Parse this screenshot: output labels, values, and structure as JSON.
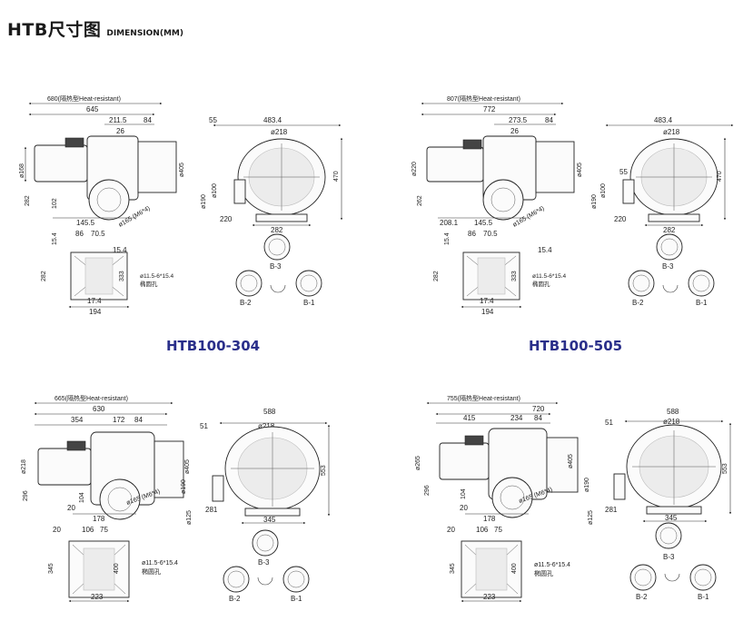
{
  "header": {
    "title": "HTB尺寸图",
    "subtitle": "DIMENSION(MM)"
  },
  "blocks": [
    {
      "model": "HTB100-304",
      "overall_heat": "680(隔热型Heat-resistant)",
      "d_total": "645",
      "d_a": "211.5",
      "d_b": "84",
      "d_c": "26",
      "d_left_top": "55",
      "d_width": "483.4",
      "d_outlet": "ø218",
      "d_h1": "ø168",
      "d_h2": "282",
      "d_h3": "ø405",
      "d_h4": "ø100",
      "d_h5": "ø190",
      "d_height": "470",
      "d_base_left": "102",
      "d_base_a": "",
      "d_base_b": "145.5",
      "d_flange": "ø165 (M6*4)",
      "d_foot_left": "220",
      "d_foot_w": "282",
      "p_top": "15.4",
      "p_a": "86",
      "p_b": "70.5",
      "p_side": "15.4",
      "p_h": "282",
      "p_h2": "333",
      "p_foot": "17.4",
      "p_w": "194",
      "hole": "ø11.5-6*15.4",
      "hole_cn": "椭圆孔",
      "b1": "B-1",
      "b2": "B-2",
      "b3": "B-3"
    },
    {
      "model": "HTB100-505",
      "overall_heat": "807(隔热型Heat-resistant)",
      "d_total": "772",
      "d_a": "273.5",
      "d_b": "84",
      "d_c": "26",
      "d_left_top": "55",
      "d_width": "483.4",
      "d_outlet": "ø218",
      "d_h1": "ø220",
      "d_h2": "262",
      "d_h3": "ø405",
      "d_h4": "ø100",
      "d_h5": "ø190",
      "d_height": "470",
      "d_base_left": "",
      "d_base_a": "208.1",
      "d_base_b": "145.5",
      "d_flange": "ø165 (M6*4)",
      "d_foot_left": "220",
      "d_foot_w": "282",
      "p_top": "15.4",
      "p_a": "86",
      "p_b": "70.5",
      "p_side": "15.4",
      "p_h": "282",
      "p_h2": "333",
      "p_foot": "17.4",
      "p_w": "194",
      "hole": "ø11.5-6*15.4",
      "hole_cn": "椭圆孔",
      "b1": "B-1",
      "b2": "B-2",
      "b3": "B-3"
    },
    {
      "model": "",
      "overall_heat": "665(隔热型Heat-resistant)",
      "d_total": "630",
      "d_a": "354",
      "d_b": "172",
      "d_c": "84",
      "d_left_top": "51",
      "d_width": "588",
      "d_outlet": "ø218",
      "d_h1": "ø218",
      "d_h2": "296",
      "d_h3": "ø405",
      "d_h4": "ø190",
      "d_h5": "ø125",
      "d_height": "553",
      "d_base_left": "104",
      "d_base_a": "20",
      "d_base_b": "178",
      "d_flange": "ø165 (M6*4)",
      "d_foot_left": "281",
      "d_foot_w": "345",
      "p_top": "20",
      "p_a": "106",
      "p_b": "75",
      "p_side": "",
      "p_h": "345",
      "p_h2": "400",
      "p_foot": "",
      "p_w": "223",
      "hole": "ø11.5-6*15.4",
      "hole_cn": "椭圆孔",
      "b1": "B-1",
      "b2": "B-2",
      "b3": "B-3"
    },
    {
      "model": "",
      "overall_heat": "755(隔热型Heat-resistant)",
      "d_total": "720",
      "d_a": "415",
      "d_b": "234",
      "d_c": "84",
      "d_left_top": "51",
      "d_width": "588",
      "d_outlet": "ø218",
      "d_h1": "ø265",
      "d_h2": "296",
      "d_h3": "ø405",
      "d_h4": "ø190",
      "d_h5": "ø125",
      "d_height": "553",
      "d_base_left": "104",
      "d_base_a": "20",
      "d_base_b": "178",
      "d_flange": "ø165 (M6*4)",
      "d_foot_left": "281",
      "d_foot_w": "345",
      "p_top": "20",
      "p_a": "106",
      "p_b": "75",
      "p_side": "",
      "p_h": "345",
      "p_h2": "400",
      "p_foot": "",
      "p_w": "223",
      "hole": "ø11.5-6*15.4",
      "hole_cn": "椭圆孔",
      "b1": "B-1",
      "b2": "B-2",
      "b3": "B-3"
    }
  ]
}
